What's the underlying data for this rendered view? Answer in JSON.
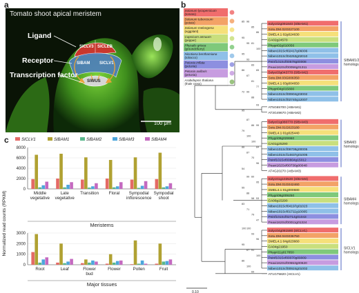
{
  "panel_a": {
    "letter": "a",
    "title": "Tomato shoot apical meristem",
    "labels": {
      "ligand": "Ligand",
      "receptor": "Receptor",
      "tf": "Transcription factor"
    },
    "proteins": {
      "slclv3": "SlCLV3",
      "slcleb": "SlCLEB",
      "slbam": "SlBAM",
      "slclv1": "SlCLV1",
      "swus": "SlWUS"
    },
    "scale_bar": "100 μm",
    "colors": {
      "ligand": "#c8372d",
      "receptor": "#4f7fbf",
      "wus": "#d6d6d6",
      "arrow": "#e8a23a"
    }
  },
  "panel_b": {
    "letter": "b",
    "legend": [
      {
        "name": "Solanum lycopersicum",
        "common": "(tomato)",
        "color": "#f06d6d"
      },
      {
        "name": "Solanum tuberosum",
        "common": "(potato)",
        "color": "#f3a266"
      },
      {
        "name": "Solanum melongena",
        "common": "(eggplant)",
        "color": "#f6e07a"
      },
      {
        "name": "Capsicum annuum",
        "common": "(pepper)",
        "color": "#c9df7d"
      },
      {
        "name": "Physalis grisea",
        "common": "(groundcherry)",
        "color": "#7fc97b"
      },
      {
        "name": "Nicotiana benthamiana",
        "common": "(tobacco)",
        "color": "#8fc0e8"
      },
      {
        "name": "Petunia inflata",
        "common": "(petunia)",
        "color": "#8d8fe0"
      },
      {
        "name": "Petunia axillaris",
        "common": "(petunia)",
        "color": "#c79ce0"
      },
      {
        "name": "Arabidopsis thaliana",
        "common": "(thale cress)",
        "color": "#ffffff"
      }
    ],
    "clade_labels": [
      {
        "id": "bam12",
        "line1": "SlBAM1/2",
        "line2": "homologs"
      },
      {
        "id": "bam3",
        "line1": "SlBAM3",
        "line2": "homologs"
      },
      {
        "id": "bam4",
        "line1": "SlBAM4",
        "line2": "homologs"
      },
      {
        "id": "clv1",
        "line1": "SlCLV1",
        "line2": "homologs"
      }
    ],
    "leaves": [
      {
        "label": "Solyc02g091840 (SlBAM1)",
        "color": "#f06d6d"
      },
      {
        "label": "Sotu.DM.02G027100",
        "color": "#f3a266"
      },
      {
        "label": "SMEL4.1 02g024630",
        "color": "#f6e07a"
      },
      {
        "label": "CA02g24570",
        "color": "#c9df7d"
      },
      {
        "label": "Phygri02g010056",
        "color": "#7fc97b"
      },
      {
        "label": "Niben101Scf02417g06006",
        "color": "#8fc0e8"
      },
      {
        "label": "Niben101Scf04253g02010",
        "color": "#8fc0e8"
      },
      {
        "label": "Peinf101Scf00578g00008",
        "color": "#8d8fe0"
      },
      {
        "label": "Peaxi162Scf00056g01311",
        "color": "#c79ce0"
      },
      {
        "label": "Solyc03g043770 (SlBAM2)",
        "color": "#f06d6d"
      },
      {
        "label": "Sotu.DM.03G006350",
        "color": "#f3a266"
      },
      {
        "label": "SMEL4.1 03g004650",
        "color": "#f6e07a"
      },
      {
        "label": "Phygri04g015800",
        "color": "#7fc97b"
      },
      {
        "label": "Niben101Scf00904g03002",
        "color": "#8fc0e8"
      },
      {
        "label": "Niben101Scf02740g12007",
        "color": "#8fc0e8"
      },
      {
        "label": "AT5G65700 (AtBAM1)",
        "color": "#ffffff"
      },
      {
        "label": "AT3G49670 (AtBAM2)",
        "color": "#ffffff"
      },
      {
        "label": "Solyc01g080770 (SlBAM3)",
        "color": "#f06d6d"
      },
      {
        "label": "Sotu.DM.01G023180",
        "color": "#f3a266"
      },
      {
        "label": "SMEL4.1 01g025440",
        "color": "#f6e07a"
      },
      {
        "label": "Phygri09g029960",
        "color": "#7fc97b"
      },
      {
        "label": "CA01g25290",
        "color": "#c9df7d"
      },
      {
        "label": "Niben101Scf09708g00005",
        "color": "#8fc0e8"
      },
      {
        "label": "Niben101Scf14837g01005",
        "color": "#8fc0e8"
      },
      {
        "label": "Peinf101Scf00804g15012",
        "color": "#8d8fe0"
      },
      {
        "label": "Peaxi162Scf00736g00048",
        "color": "#c79ce0"
      },
      {
        "label": "AT4G20270 (AtBAM3)",
        "color": "#ffffff"
      },
      {
        "label": "Solyc01g103530 (SlBAM4)",
        "color": "#f06d6d"
      },
      {
        "label": "Sotu.DM.01G042460",
        "color": "#f3a266"
      },
      {
        "label": "SMEL4.1 01g000680",
        "color": "#f6e07a"
      },
      {
        "label": "Phygri06g009250",
        "color": "#7fc97b"
      },
      {
        "label": "CA06g15290",
        "color": "#c9df7d"
      },
      {
        "label": "Niben101Scf04197g01023",
        "color": "#8fc0e8"
      },
      {
        "label": "Niben101Scf01711g10005",
        "color": "#8fc0e8"
      },
      {
        "label": "Peinf101Scf02714g01043",
        "color": "#8d8fe0"
      },
      {
        "label": "Peaxi162Scf00011g01324",
        "color": "#c79ce0"
      },
      {
        "label": "Solyc04g081590 (SlCLV1)",
        "color": "#f06d6d"
      },
      {
        "label": "Sotu.DM.04G036750",
        "color": "#f3a266"
      },
      {
        "label": "SMEL4.1 04g023660",
        "color": "#f6e07a"
      },
      {
        "label": "CA04g21950",
        "color": "#c9df7d"
      },
      {
        "label": "Phygri11g017850",
        "color": "#7fc97b"
      },
      {
        "label": "Peinf101Scf00070g09009",
        "color": "#8d8fe0"
      },
      {
        "label": "Peaxi162Scf00553g00620",
        "color": "#c79ce0"
      },
      {
        "label": "Niben101Scf00924g01002",
        "color": "#8fc0e8"
      },
      {
        "label": "AT1G75820 (AtCLV1)",
        "color": "#ffffff"
      }
    ],
    "bootstrap_values": [
      "85",
      "96",
      "85",
      "86",
      "95",
      "95",
      "81",
      "100",
      "95",
      "93",
      "83",
      "65",
      "86",
      "67",
      "81",
      "77",
      "72",
      "99",
      "88",
      "93",
      "95",
      "87",
      "86",
      "99",
      "79",
      "100",
      "100",
      "84",
      "88",
      "87",
      "70",
      "96",
      "54",
      "99",
      "60",
      "95",
      "55",
      "88",
      "58",
      "53",
      "83",
      "71",
      "79",
      "47",
      "100",
      "100",
      "93",
      "96",
      "95",
      "67",
      "51",
      "100",
      "86",
      "100",
      "69"
    ],
    "scale_bar": "0.10"
  },
  "panel_c": {
    "letter": "c",
    "ylabel": "Normalized read counts (RPKM)",
    "series": [
      {
        "name": "SlCLV1",
        "color": "#e46a66"
      },
      {
        "name": "SlBAM1",
        "color": "#b0a132"
      },
      {
        "name": "SlBAM2",
        "color": "#5ab88c"
      },
      {
        "name": "SlBAM3",
        "color": "#4da6dc"
      },
      {
        "name": "SlBAM4",
        "color": "#c46ac0"
      }
    ],
    "chart_data": [
      {
        "type": "bar",
        "title": "",
        "xlabel": "Meristems",
        "ylabel": "Normalized read counts (RPKM)",
        "ylim": [
          0,
          8000
        ],
        "yticks": [
          "0",
          "2000",
          "4000",
          "6000",
          "8000"
        ],
        "categories": [
          "Middle vegetative",
          "Late vegetative",
          "Transition",
          "Floral",
          "Sympodial inflorescence",
          "Sympodial shoot"
        ],
        "series": [
          {
            "name": "SlCLV1",
            "values": [
              1900,
              2000,
              1800,
              2000,
              1800,
              1900
            ]
          },
          {
            "name": "SlBAM1",
            "values": [
              6600,
              6800,
              6100,
              5600,
              6100,
              7000
            ]
          },
          {
            "name": "SlBAM2",
            "values": [
              300,
              300,
              250,
              300,
              200,
              300
            ]
          },
          {
            "name": "SlBAM3",
            "values": [
              700,
              800,
              500,
              500,
              600,
              500
            ]
          },
          {
            "name": "SlBAM4",
            "values": [
              1400,
              1300,
              1100,
              1300,
              1500,
              1100
            ]
          }
        ]
      },
      {
        "type": "bar",
        "title": "",
        "xlabel": "Major tissues",
        "ylabel": "Normalized read counts (RPKM)",
        "ylim": [
          0,
          3000
        ],
        "yticks": [
          "0",
          "1000",
          "2000",
          "3000"
        ],
        "categories": [
          "Root",
          "Leaf",
          "Flower bud",
          "Flower",
          "Pollen",
          "Fruit"
        ],
        "series": [
          {
            "name": "SlCLV1",
            "values": [
              1200,
              200,
              150,
              100,
              50,
              100
            ]
          },
          {
            "name": "SlBAM1",
            "values": [
              2900,
              2000,
              500,
              1000,
              2300,
              2000
            ]
          },
          {
            "name": "SlBAM2",
            "values": [
              200,
              150,
              200,
              200,
              100,
              300
            ]
          },
          {
            "name": "SlBAM3",
            "values": [
              500,
              300,
              400,
              350,
              400,
              350
            ]
          },
          {
            "name": "SlBAM4",
            "values": [
              700,
              550,
              300,
              400,
              100,
              500
            ]
          }
        ]
      }
    ]
  }
}
